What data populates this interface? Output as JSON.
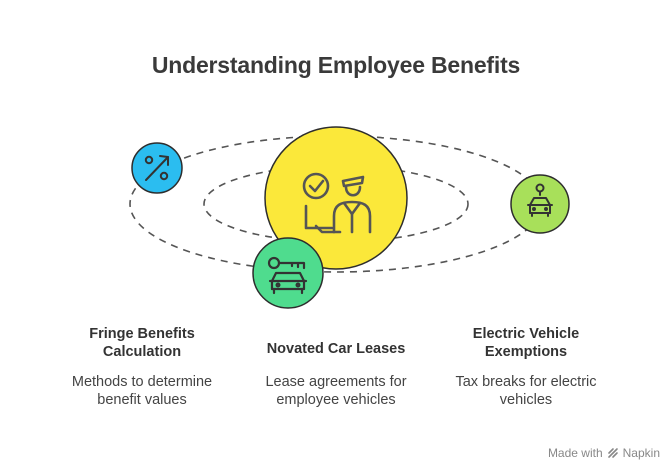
{
  "title": "Understanding Employee Benefits",
  "items": [
    {
      "label_line1": "Fringe Benefits",
      "label_line2": "Calculation",
      "desc_line1": "Methods to determine",
      "desc_line2": "benefit values",
      "icon": "percent-arrow-icon",
      "color": "#2bbdf0"
    },
    {
      "label_line1": "Novated Car Leases",
      "label_line2": "",
      "desc_line1": "Lease agreements for",
      "desc_line2": "employee vehicles",
      "icon": "car-key-icon",
      "color": "#4fdc8e"
    },
    {
      "label_line1": "Electric Vehicle",
      "label_line2": "Exemptions",
      "desc_line1": "Tax breaks for electric",
      "desc_line2": "vehicles",
      "icon": "electric-car-plug-icon",
      "color": "#a8e05a"
    }
  ],
  "center": {
    "icon": "employee-checkmark-icon",
    "color": "#fbe83a"
  },
  "footer": {
    "made_with": "Made with",
    "brand": "Napkin"
  }
}
